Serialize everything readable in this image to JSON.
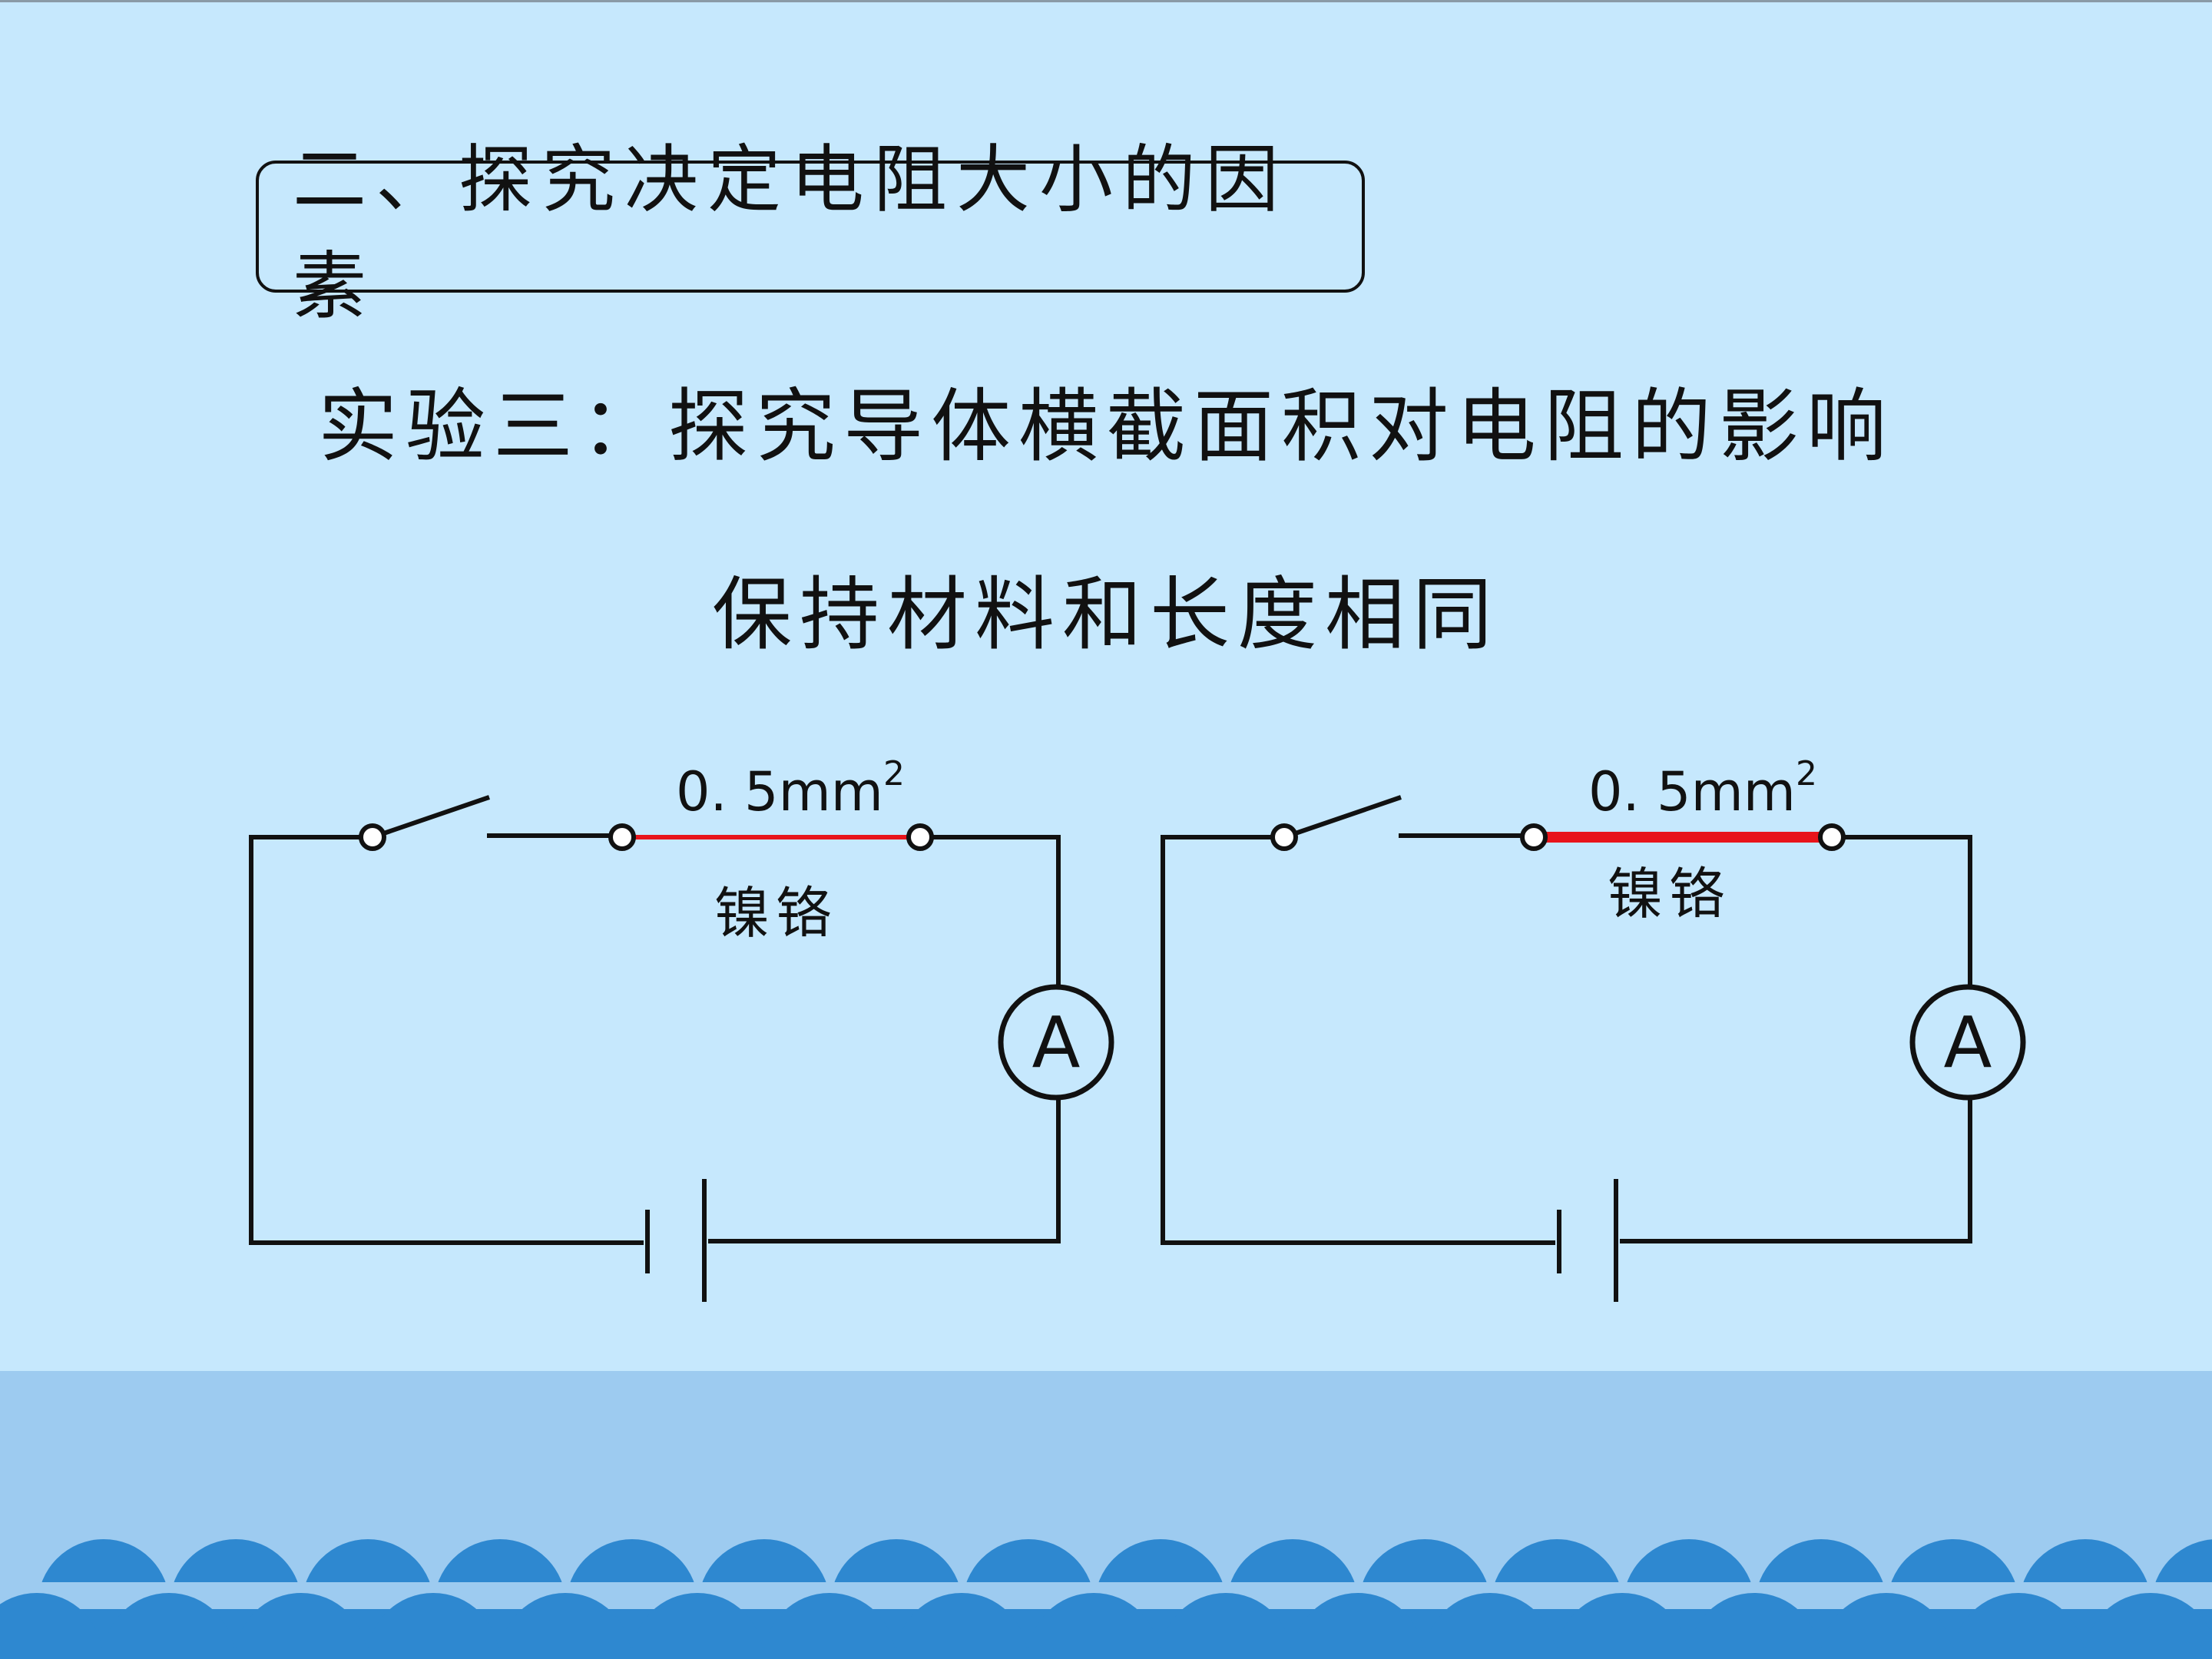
{
  "section_title": "二、探究决定电阻大小的因素",
  "experiment_title": "实验三：探究导体横截面积对电阻的影响",
  "subtitle": "保持材料和长度相同",
  "circuits": [
    {
      "area_value": "0. 5mm",
      "area_exp": "2",
      "material": "镍铬",
      "ammeter": "A",
      "wire_color": "#e8141b"
    },
    {
      "area_value": "0. 5mm",
      "area_exp": "2",
      "material": "镍铬",
      "ammeter": "A",
      "wire_color": "#e8141b"
    }
  ],
  "colors": {
    "background": "#c6e8fd",
    "wave_light": "#9dcbf0",
    "wave_dark": "#2e88d0",
    "wire_red": "#e8141b"
  }
}
